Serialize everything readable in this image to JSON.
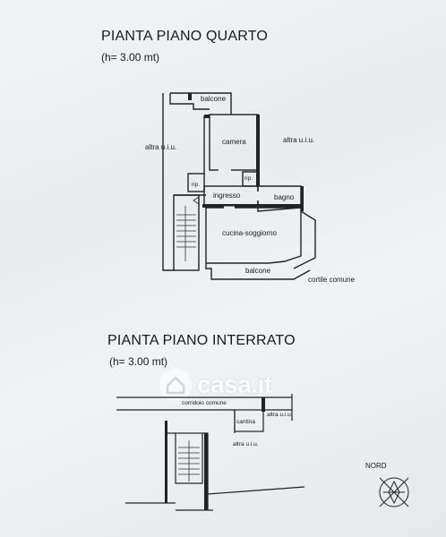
{
  "plan_upper": {
    "title": "PIANTA PIANO QUARTO",
    "height_note": "(h= 3.00 mt)",
    "rooms": {
      "balcone_top": "balcone",
      "camera": "camera",
      "rip_left": "rip.",
      "rip_right": "rip.",
      "ingresso": "ingresso",
      "bagno": "bagno",
      "cucina": "cucina-soggiorno",
      "balcone_bottom": "balcone"
    },
    "surroundings": {
      "altra_left": "altra u.i.u.",
      "altra_right": "altra u.i.u.",
      "cortile": "cortile comune"
    }
  },
  "plan_lower": {
    "title": "PIANTA PIANO INTERRATO",
    "height_note": "(h= 3.00 mt)",
    "rooms": {
      "corridoio": "corridoio comune",
      "cantina": "cantina",
      "altra_right": "altra u.i.u.",
      "altra_bottom": "altra u.i.u."
    }
  },
  "compass": {
    "label": "NORD"
  },
  "watermark": {
    "brand": "casa.it"
  },
  "colors": {
    "paper": "#eef0f2",
    "ink": "#1a1a1a"
  }
}
